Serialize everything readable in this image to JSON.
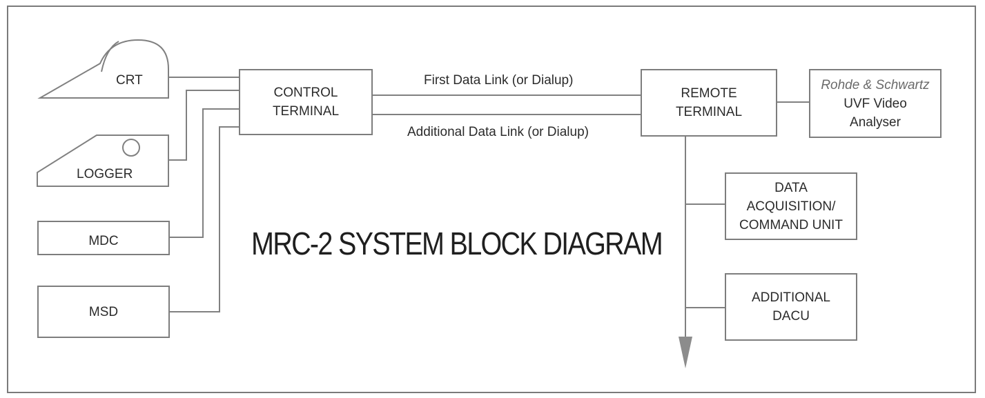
{
  "title": "MRC-2 SYSTEM BLOCK DIAGRAM",
  "devices": {
    "crt": "CRT",
    "logger": "LOGGER",
    "mdc": "MDC",
    "msd": "MSD"
  },
  "control_terminal": [
    "CONTROL",
    "TERMINAL"
  ],
  "remote_terminal": [
    "REMOTE",
    "TERMINAL"
  ],
  "links": {
    "first": "First Data Link (or Dialup)",
    "additional": "Additional Data Link (or Dialup)"
  },
  "analyser": [
    "Rohde & Schwartz",
    "UVF Video",
    "Analyser"
  ],
  "dacu": [
    "DATA",
    "ACQUISITION/",
    "COMMAND UNIT"
  ],
  "additional_dacu": [
    "ADDITIONAL",
    "DACU"
  ],
  "colors": {
    "line": "#808080",
    "arrow": "#8c8c8c"
  }
}
